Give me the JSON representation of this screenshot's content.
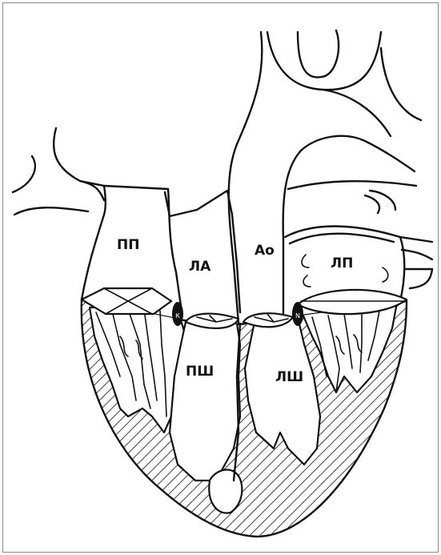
{
  "diagram": {
    "labels": {
      "right_atrium": "ПП",
      "pulmonary_artery": "ЛА",
      "aorta": "Ао",
      "left_atrium": "ЛП",
      "right_ventricle": "ПШ",
      "left_ventricle": "ЛШ"
    }
  }
}
